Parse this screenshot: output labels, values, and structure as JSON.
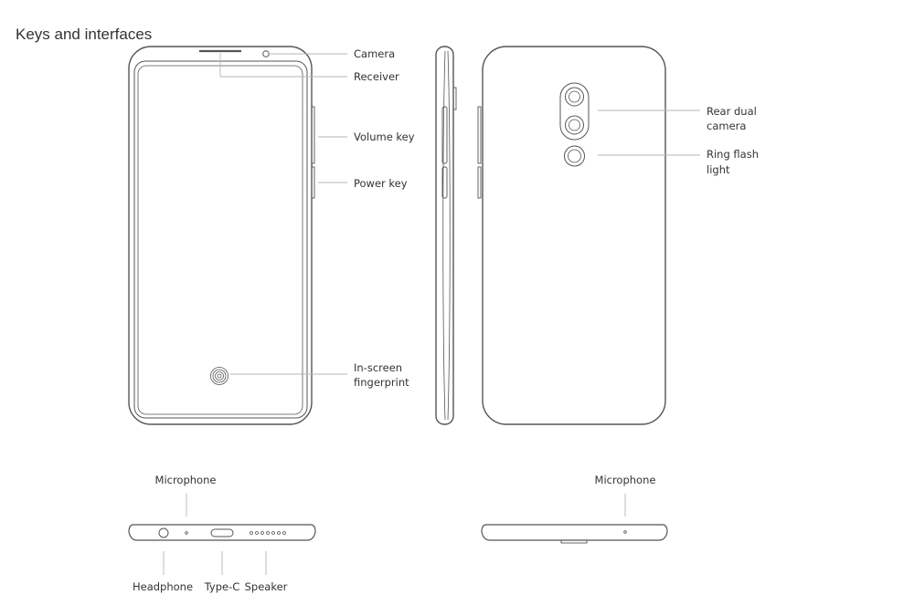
{
  "title": "Keys and interfaces",
  "labels": {
    "camera": "Camera",
    "receiver": "Receiver",
    "volume_key": "Volume key",
    "power_key": "Power key",
    "fingerprint_l1": "In-screen",
    "fingerprint_l2": "fingerprint",
    "rear_camera_l1": "Rear dual",
    "rear_camera_l2": "camera",
    "flash_l1": "Ring flash",
    "flash_l2": "light",
    "mic_bottom": "Microphone",
    "headphone": "Headphone",
    "type_c": "Type-C",
    "speaker": "Speaker",
    "mic_top": "Microphone"
  },
  "colors": {
    "line": "#555555",
    "leader": "#b5b5b5",
    "text": "#333333"
  }
}
